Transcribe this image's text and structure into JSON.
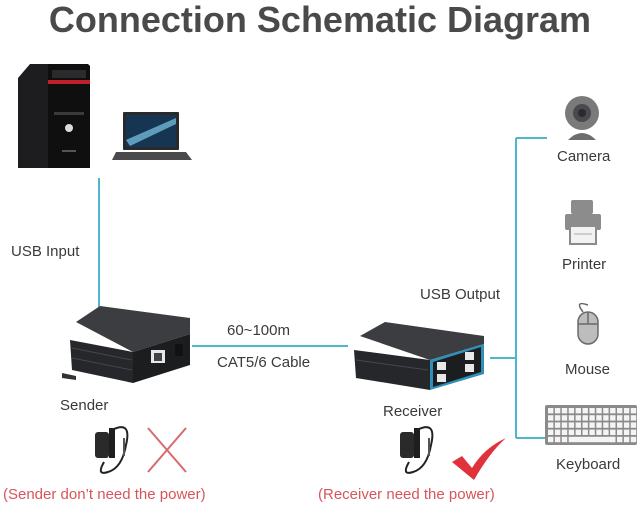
{
  "title": "Connection Schematic Diagram",
  "labels": {
    "usb_input": "USB Input",
    "distance": "60~100m",
    "cable": "CAT5/6 Cable",
    "usb_output": "USB Output",
    "sender": "Sender",
    "receiver": "Receiver"
  },
  "devices": [
    {
      "name": "Camera",
      "icon": "webcam-icon"
    },
    {
      "name": "Printer",
      "icon": "printer-icon"
    },
    {
      "name": "Mouse",
      "icon": "mouse-icon"
    },
    {
      "name": "Keyboard",
      "icon": "keyboard-icon"
    }
  ],
  "power_notes": {
    "sender": "(Sender don’t need the power)",
    "receiver": "(Receiver need the power)"
  },
  "colors": {
    "line": "#4fb7cc",
    "title": "#4a4a4a",
    "note_red": "#d8555a",
    "check_red": "#e0323a"
  }
}
